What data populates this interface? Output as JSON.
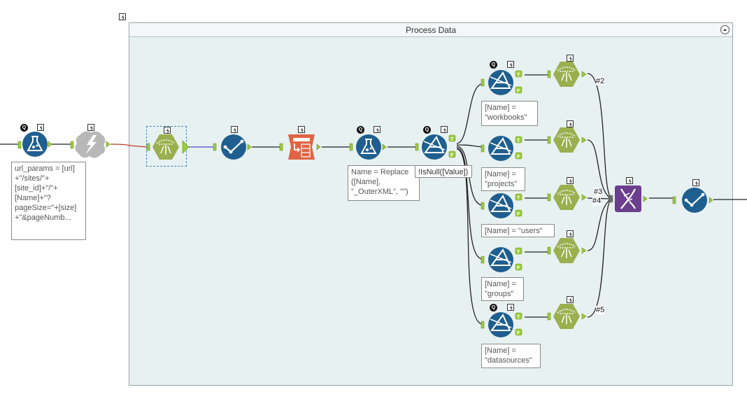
{
  "container": {
    "title": "Process Data"
  },
  "annotations": {
    "formula_left": "url_params = [url]\n+\"/sites/\"+\n[site_id]+\"/\"+\n[Name]+\"?\npageSize=\"+[size]\n+\"&pageNumb...",
    "formula_replace": "Name = Replace\n([Name],\n\"_OuterXML\", \"\")",
    "filter_isnull": "!IsNull([Value])",
    "filter_workbooks": "[Name] =\n\"workbooks\"",
    "filter_projects": "[Name] =\n\"projects\"",
    "filter_users": "[Name] = \"users\"",
    "filter_groups": "[Name] =\n\"groups\"",
    "filter_datasources": "[Name] =\n\"datasources\""
  },
  "wire_labels": {
    "w2": "#2",
    "w3": "#3",
    "w4": "#4",
    "w5": "#5"
  },
  "anchors": {
    "true": "T",
    "false": "F"
  },
  "badges": {
    "q": "Q"
  },
  "colors": {
    "container_bg": "#e8f1f1",
    "tool_blue": "#1f5f8f",
    "tool_green": "#9aaf4e",
    "tool_orange": "#e06443",
    "tool_purple": "#6b3f8e",
    "tool_grey": "#b8b8b8",
    "anchor_green": "#9ccc3c",
    "wire_red": "#c0392b",
    "wire_blue": "#4a4ad0"
  }
}
